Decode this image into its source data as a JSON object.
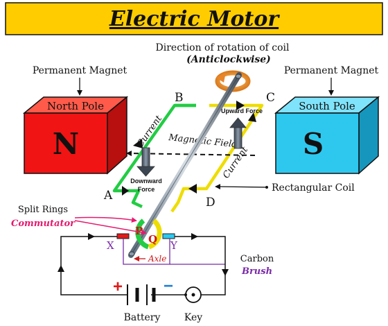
{
  "title": "Electric Motor",
  "rotation": {
    "label": "Direction of rotation of coil",
    "direction": "(Anticlockwise)"
  },
  "magnets": {
    "left_caption": "Permanent Magnet",
    "right_caption": "Permanent Magnet",
    "north_face": "North Pole",
    "north_letter": "N",
    "south_face": "South Pole",
    "south_letter": "S"
  },
  "coil": {
    "corner_a": "A",
    "corner_b": "B",
    "corner_c": "C",
    "corner_d": "D",
    "current_left": "Current",
    "current_right": "Current",
    "magnetic_field": "Magnetic Field",
    "downward_force": "Downward Force",
    "upward_force": "Upward Force",
    "rectangular_coil": "Rectangular Coil"
  },
  "commutator": {
    "split_rings": "Split Rings",
    "commutator": "Commutator",
    "p": "P",
    "q": "Q",
    "x": "X",
    "y": "Y",
    "axle": "Axle",
    "carbon": "Carbon",
    "brush": "Brush"
  },
  "circuit": {
    "plus": "+",
    "minus": "−",
    "battery": "Battery",
    "key": "Key"
  },
  "colors": {
    "title_band": "#ffcc00",
    "north_red": "#f01414",
    "south_cyan": "#2ec8ef",
    "coil_green": "#22cc44",
    "coil_yellow": "#eedd00",
    "commutator_pink": "#e6196e",
    "brush_purple": "#7a2ba8",
    "axle_red": "#cc1a1a"
  }
}
